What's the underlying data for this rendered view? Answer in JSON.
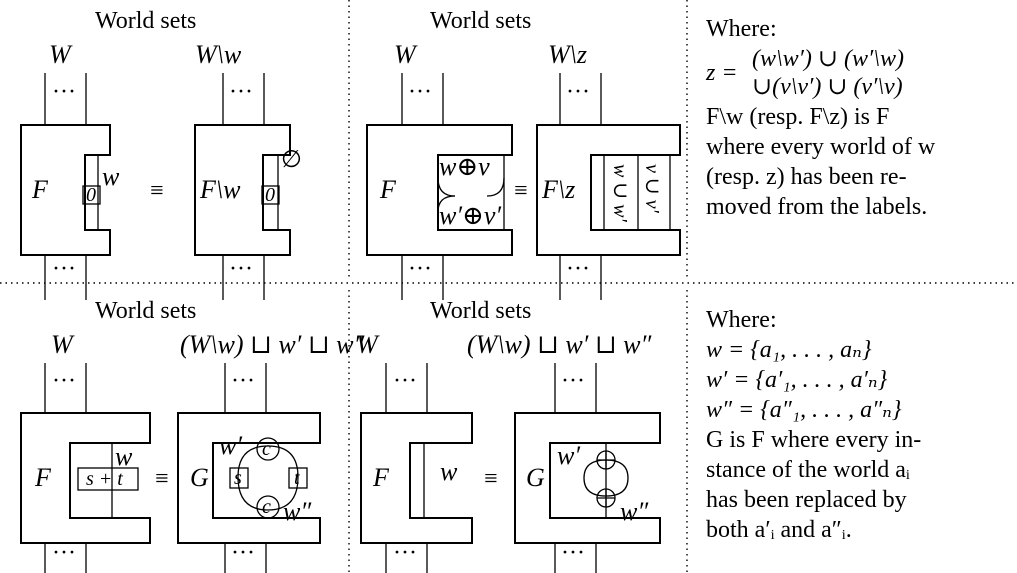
{
  "panels": {
    "top_left": {
      "heading": "World sets",
      "left_set": "W",
      "right_set": "W\\w",
      "box_label": "F",
      "box_label_right": "F\\w",
      "small_box": "0",
      "world": "w",
      "empty": "∅",
      "equiv": "≡",
      "dots": "···"
    },
    "top_middle": {
      "heading": "World sets",
      "left_set": "W",
      "right_set": "W\\z",
      "box_label": "F",
      "box_label_right": "F\\z",
      "top_node": "w⊕v",
      "bottom_node": "w′⊕v′",
      "equiv": "≡",
      "rot_left": "w ∪ w′",
      "rot_right": "v ∪ v′",
      "dots": "···"
    },
    "bottom_left": {
      "heading": "World sets",
      "left_set": "W",
      "right_set": "(W\\w) ⊔ w′ ⊔ w″",
      "box_label": "F",
      "box_label_right": "G",
      "sum_box": "s + t",
      "world": "w",
      "w1": "w′",
      "w2": "w″",
      "s": "s",
      "t": "t",
      "c": "c",
      "equiv": "≡",
      "dots": "···"
    },
    "bottom_middle": {
      "heading": "World sets",
      "left_set": "W",
      "right_set": "(W\\w) ⊔ w′ ⊔ w″",
      "box_label": "F",
      "box_label_right": "G",
      "world": "w",
      "w1": "w′",
      "w2": "w″",
      "equiv": "≡",
      "dots": "···"
    }
  },
  "notes_top": {
    "line1": "Where:",
    "line2_lhs": "z =",
    "line2_a": "(w\\w′) ∪ (w′\\w)",
    "line2_b": "∪(v\\v′) ∪ (v′\\v)",
    "line3": "F\\w (resp. F\\z) is F",
    "line4": "where every world of w",
    "line5": "(resp. z) has been re-",
    "line6": "moved from the labels."
  },
  "notes_bottom": {
    "line1": "Where:",
    "line2": "w = {a₁, . . . , aₙ}",
    "line3": "w′ = {a′₁, . . . , a′ₙ}",
    "line4": "w″ = {a″₁, . . . , a″ₙ}",
    "line5": "G is F where every in-",
    "line6": "stance of the world aᵢ",
    "line7": "has been replaced by",
    "line8": "both a′ᵢ and a″ᵢ."
  }
}
